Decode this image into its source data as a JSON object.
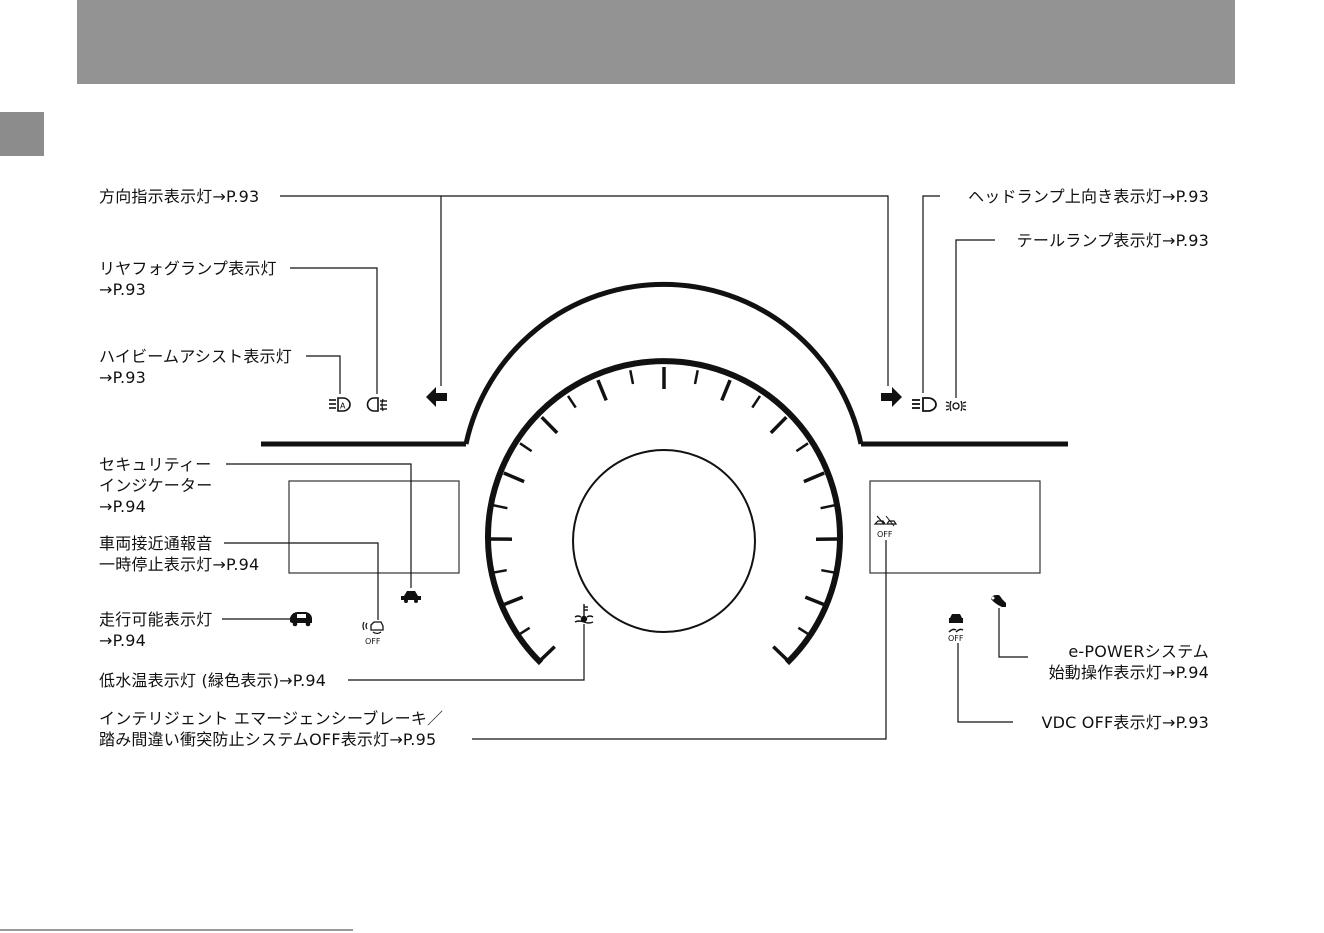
{
  "labels": {
    "turn_signal": "方向指示表示灯→P.93",
    "rear_fog_line1": "リヤフォグランプ表示灯",
    "rear_fog_line2": "→P.93",
    "high_beam_assist_line1": "ハイビームアシスト表示灯",
    "high_beam_assist_line2": "→P.93",
    "security_line1": "セキュリティー",
    "security_line2": "インジケーター",
    "security_line3": "→P.94",
    "approach_sound_line1": "車両接近通報音",
    "approach_sound_line2": "一時停止表示灯→P.94",
    "ready_line1": "走行可能表示灯",
    "ready_line2": "→P.94",
    "low_temp": "低水温表示灯 (緑色表示)→P.94",
    "ieb_line1": "インテリジェント エマージェンシーブレーキ／",
    "ieb_line2": "踏み間違い衝突防止システムOFF表示灯→P.95",
    "headlamp_high": "ヘッドランプ上向き表示灯→P.93",
    "tail_lamp": "テールランプ表示灯→P.93",
    "epower_line1": "e-POWERシステム",
    "epower_line2": "始動操作表示灯→P.94",
    "vdc_off": "VDC OFF表示灯→P.93"
  },
  "icon_text": {
    "off": "OFF"
  },
  "icons": [
    "high-beam-assist-icon",
    "rear-fog-icon",
    "turn-left-arrow-icon",
    "turn-right-arrow-icon",
    "headlamp-high-icon",
    "tail-lamp-icon",
    "security-car-icon",
    "approach-sound-off-icon",
    "ready-car-icon",
    "low-coolant-temp-icon",
    "ieb-off-icon",
    "vdc-off-icon",
    "epower-start-icon"
  ],
  "colors": {
    "header_band": "#939393",
    "side_tab": "#8c8c8c",
    "line": "#111111"
  }
}
